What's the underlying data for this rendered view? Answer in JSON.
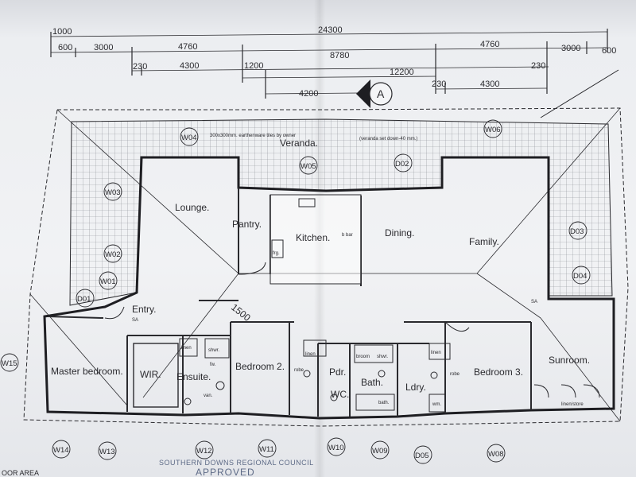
{
  "dimensions": {
    "overall": "24300",
    "d1000": "1000",
    "d600_left": "600",
    "d3000_left": "3000",
    "d4760_left": "4760",
    "d4760_right": "4760",
    "d3000_right": "3000",
    "d600_right": "600",
    "d230_left": "230",
    "d4300_left": "4300",
    "d1200": "1200",
    "d8780": "8780",
    "d12200": "12200",
    "d230_right": "230",
    "d4200": "4200",
    "d230_mid": "230",
    "d4300_right": "4300",
    "d1500": "1500"
  },
  "section_marker": "A",
  "rooms": {
    "veranda": "Veranda.",
    "lounge": "Lounge.",
    "pantry": "Pantry.",
    "kitchen": "Kitchen.",
    "dining": "Dining.",
    "family": "Family.",
    "entry": "Entry.",
    "master": "Master bedroom.",
    "wir": "WIR.",
    "ensuite": "Ensuite.",
    "bed2": "Bedroom 2.",
    "pdr": "Pdr.",
    "wc": "WC.",
    "bath": "Bath.",
    "ldry": "Ldry.",
    "bed3": "Bedroom 3.",
    "sunroom": "Sunroom."
  },
  "notes": {
    "tiles": "300x300mm. earthenware tiles by owner",
    "veranda_note": "(veranda set down-40 mm.)",
    "bbar": "b bar",
    "frg": "frg.",
    "linen": "linen",
    "shwr": "shwr.",
    "van": "van.",
    "fw": "fw.",
    "robe": "robe",
    "broom": "broom",
    "bath": "bath.",
    "wm": "wm.",
    "linen_store": "linen/store",
    "sa": "SA"
  },
  "tags": {
    "W01": "W01",
    "W02": "W02",
    "W03": "W03",
    "W04": "W04",
    "W05": "W05",
    "W06": "W06",
    "W08": "W08",
    "W09": "W09",
    "W10": "W10",
    "W11": "W11",
    "W12": "W12",
    "W13": "W13",
    "W14": "W14",
    "W15": "W15",
    "D01": "D01",
    "D02": "D02",
    "D03": "D03",
    "D04": "D04",
    "D05": "D05"
  },
  "stamp": {
    "council": "SOUTHERN DOWNS REGIONAL COUNCIL",
    "approved": "APPROVED",
    "floor_area": "OOR AREA"
  },
  "colors": {
    "ink": "#2a2a2e",
    "grid": "#8a8d94",
    "stamp": "#5d6a86"
  }
}
